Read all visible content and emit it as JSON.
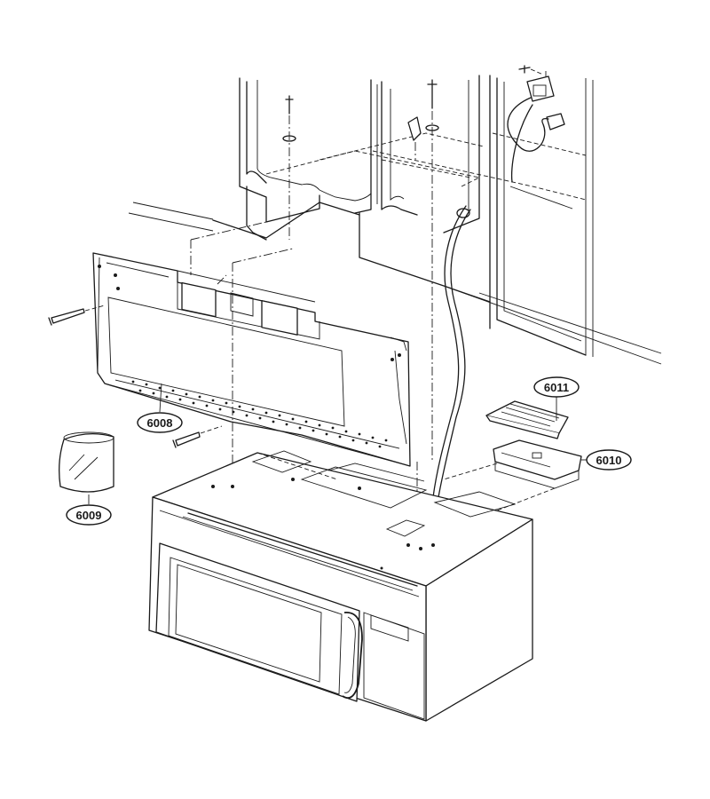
{
  "callouts": [
    {
      "id": "wall-plate",
      "label": "6008"
    },
    {
      "id": "bag",
      "label": "6009"
    },
    {
      "id": "damper-housing",
      "label": "6010"
    },
    {
      "id": "damper-cover",
      "label": "6011"
    }
  ],
  "colors": {
    "line": "#1a1a1a",
    "background": "#ffffff",
    "shade": "#efefef"
  }
}
